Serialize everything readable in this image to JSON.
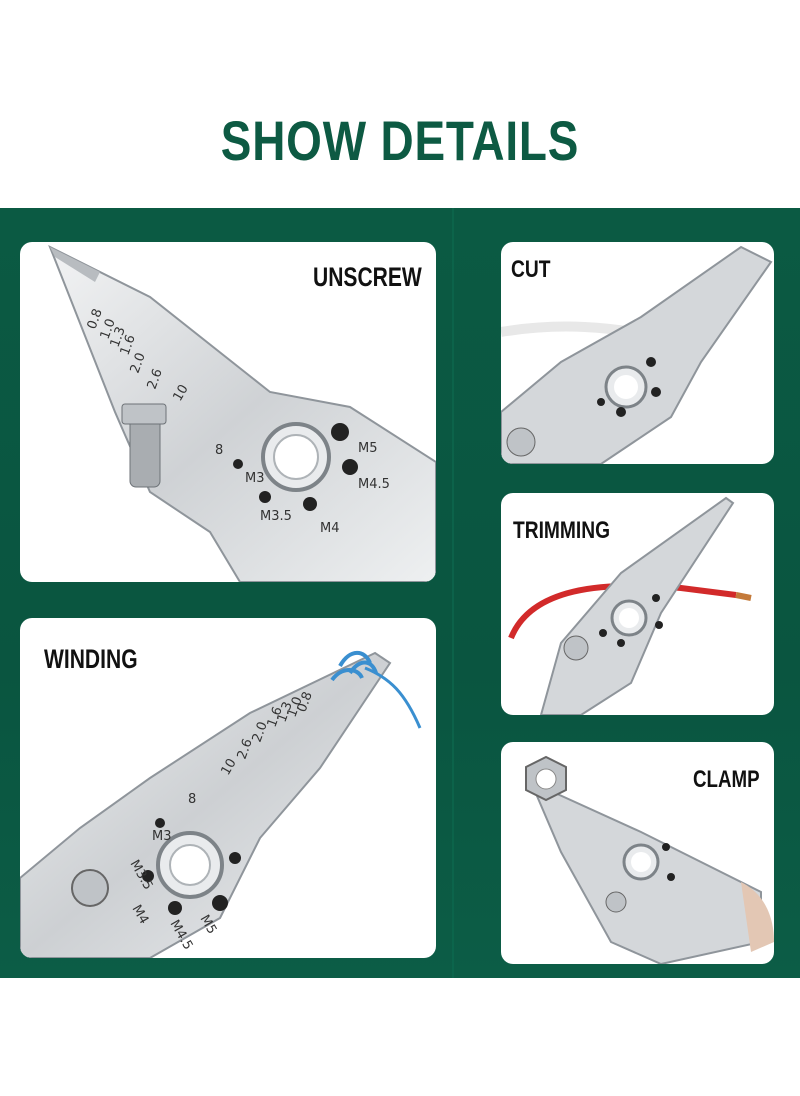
{
  "title": "SHOW DETAILS",
  "colors": {
    "brand_green": "#0d5a43",
    "panel_green": "#0a5540",
    "card_bg": "#ffffff",
    "steel": "#d7d9dc",
    "steel_dark": "#9aa0a6",
    "wire_red": "#d22a2a",
    "wire_blue": "#3a8fd0"
  },
  "cards": {
    "unscrew": {
      "label": "UNSCREW"
    },
    "cut": {
      "label": "CUT"
    },
    "trimming": {
      "label": "TRIMMING"
    },
    "winding": {
      "label": "WINDING"
    },
    "clamp": {
      "label": "CLAMP"
    }
  },
  "scale_markings": {
    "gauges": [
      "0.8",
      "1.0",
      "1.3",
      "1.6",
      "2.0",
      "2.6",
      "10",
      "8"
    ],
    "holes": [
      "M3",
      "M3.5",
      "M4",
      "M4.5",
      "M5"
    ]
  }
}
